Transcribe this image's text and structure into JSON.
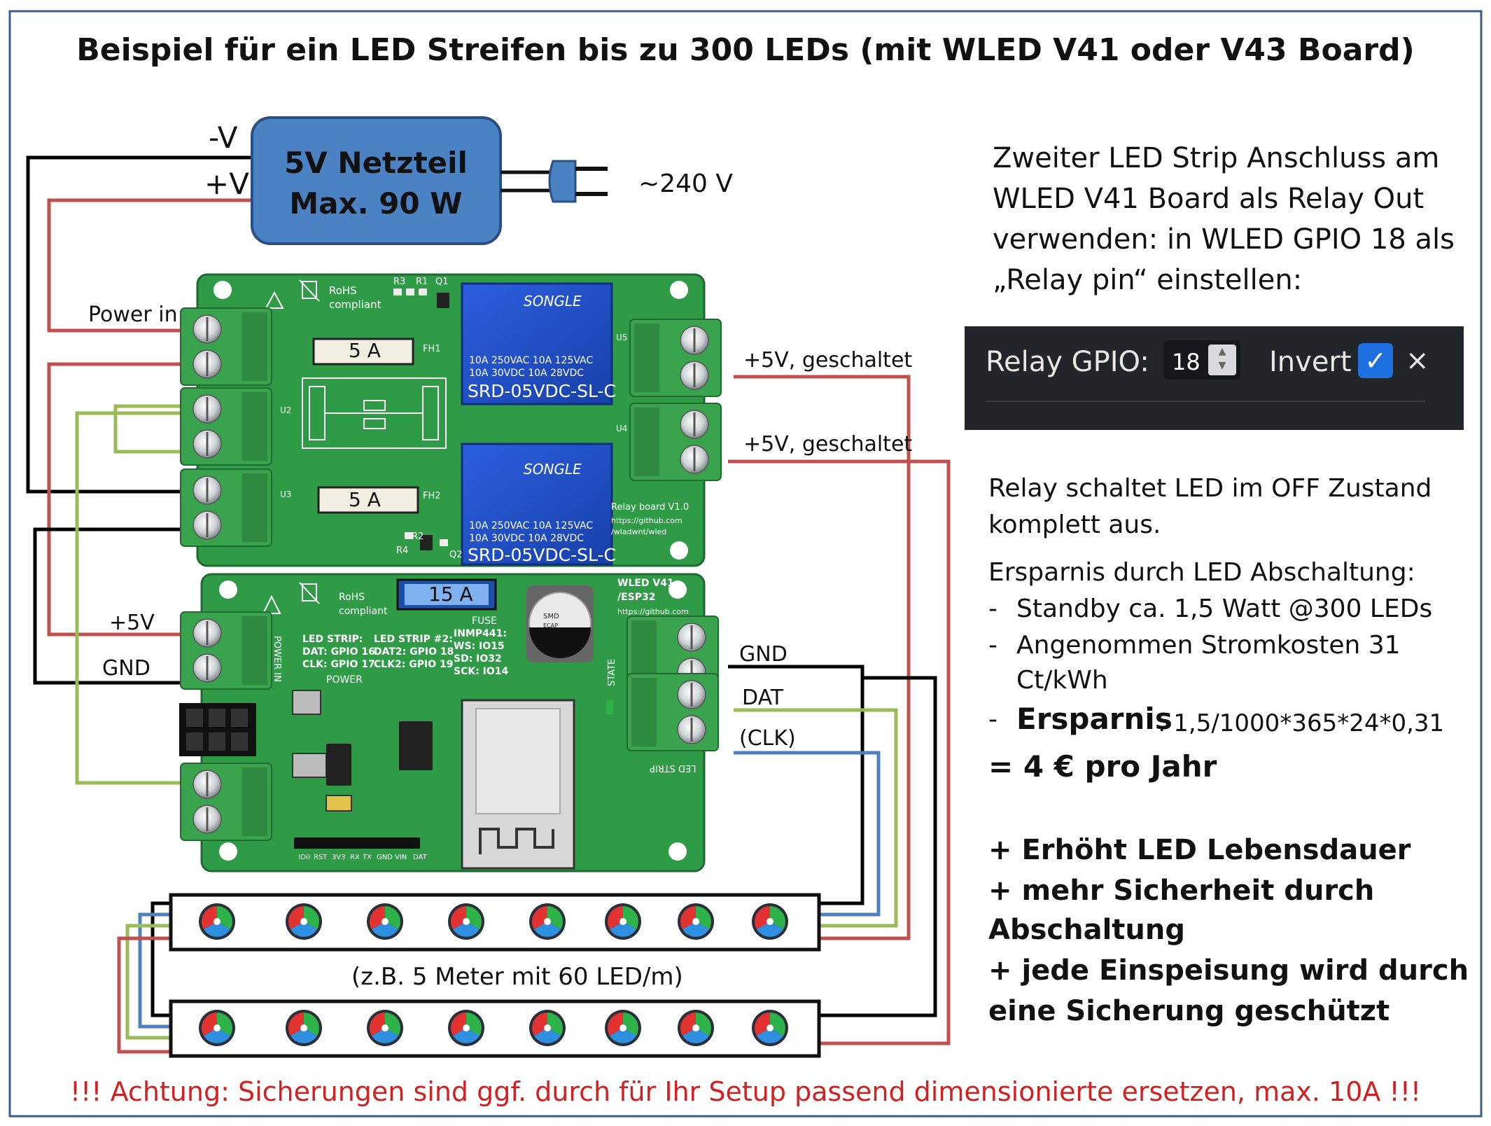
{
  "title": "Beispiel für ein LED Streifen bis zu 300 LEDs (mit WLED V41 oder V43 Board)",
  "power_supply": {
    "line1": "5V Netzteil",
    "line2": "Max. 90 W",
    "minus_label": "-V",
    "plus_label": "+V",
    "mains_label": "~240 V"
  },
  "relay_board": {
    "rohs": "RoHS",
    "compliant": "compliant",
    "fuse1": "5 A",
    "fuse2": "5 A",
    "relay_brand": "SONGLE",
    "relay_spec1": "10A 250VAC 10A 125VAC",
    "relay_spec2": "10A  30VDC 10A  28VDC",
    "relay_model": "SRD-05VDC-SL-C",
    "board_name": "Relay board V1.0",
    "board_url1": "https://github.com",
    "board_url2": "/wladwnt/wled",
    "refs": [
      "R3",
      "R1",
      "Q1",
      "FH1",
      "FH2",
      "U2",
      "U3",
      "U4",
      "U5",
      "R4",
      "R2",
      "Q2"
    ]
  },
  "wled_board": {
    "rohs": "RoHS",
    "compliant": "compliant",
    "fuse": "15 A",
    "fuse_label": "FUSE",
    "board_name": "WLED  V41",
    "board_sub": "/ESP32",
    "board_url": "https://github.com",
    "led_strip1": [
      "LED STRIP:",
      "DAT: GPIO 16",
      "CLK: GPIO 17"
    ],
    "led_strip2": [
      "LED STRIP #2:",
      "DAT2: GPIO 18",
      "CLK2: GPIO 19"
    ],
    "inmp": [
      "INMP441:",
      "WS: IO15",
      "SD: IO32",
      "SCK: IO14"
    ],
    "power_label": "POWER",
    "power_in": "POWER IN",
    "state": "STATE",
    "led_strip_side": "LED STRIP",
    "cap": "SMD",
    "cap2": "ECAP",
    "header": [
      "IO0",
      "RST",
      "3V3",
      "RX",
      "TX",
      "GND",
      "VIN",
      "DAT"
    ]
  },
  "wire_labels": {
    "power_in": "Power in",
    "switched1": "+5V, geschaltet",
    "switched2": "+5V, geschaltet",
    "plus5v": "+5V",
    "gnd_left": "GND",
    "gnd_right": "GND",
    "dat": "DAT",
    "clk": "(CLK)"
  },
  "strip_label": "(z.B. 5 Meter mit 60 LED/m)",
  "right_text": {
    "p1": [
      "Zweiter LED Strip Anschluss am",
      "WLED V41 Board als Relay Out",
      "verwenden: in WLED GPIO 18 als",
      "„Relay pin“ einstellen:"
    ],
    "p2": [
      "Relay schaltet LED im OFF Zustand",
      "komplett aus."
    ],
    "savings_head": "Ersparnis durch LED Abschaltung:",
    "bullets": [
      "Standby ca.  1,5 Watt @300 LEDs",
      "Angenommen Stromkosten 31",
      "Ct/kWh"
    ],
    "ersparnis_bold": "Ersparnis",
    "ersparnis_calc": ": 1,5/1000*365*24*0,31",
    "result": "= 4 € pro Jahr",
    "benefits": [
      "+ Erhöht LED Lebensdauer",
      "+ mehr Sicherheit durch",
      "Abschaltung",
      "+ jede Einspeisung wird durch",
      "eine  Sicherung geschützt"
    ]
  },
  "relay_ui": {
    "label": "Relay GPIO:",
    "value": "18",
    "invert_label": "Invert",
    "check_icon": "✓",
    "close_icon": "×"
  },
  "warning": "!!! Achtung: Sicherungen sind ggf. durch für Ihr Setup passend dimensionierte ersetzen, max. 10A !!!",
  "colors": {
    "frame": "#3c5d8c",
    "pcb": "#2f9b47",
    "terminal": "#3aa34e",
    "relay": "#1f4fc8",
    "psu": "#4b82c4",
    "wire_red": "#c0504d",
    "wire_green": "#9bbb59",
    "wire_blue": "#4f81bd",
    "wire_black": "#000000",
    "warning": "#d32020"
  }
}
